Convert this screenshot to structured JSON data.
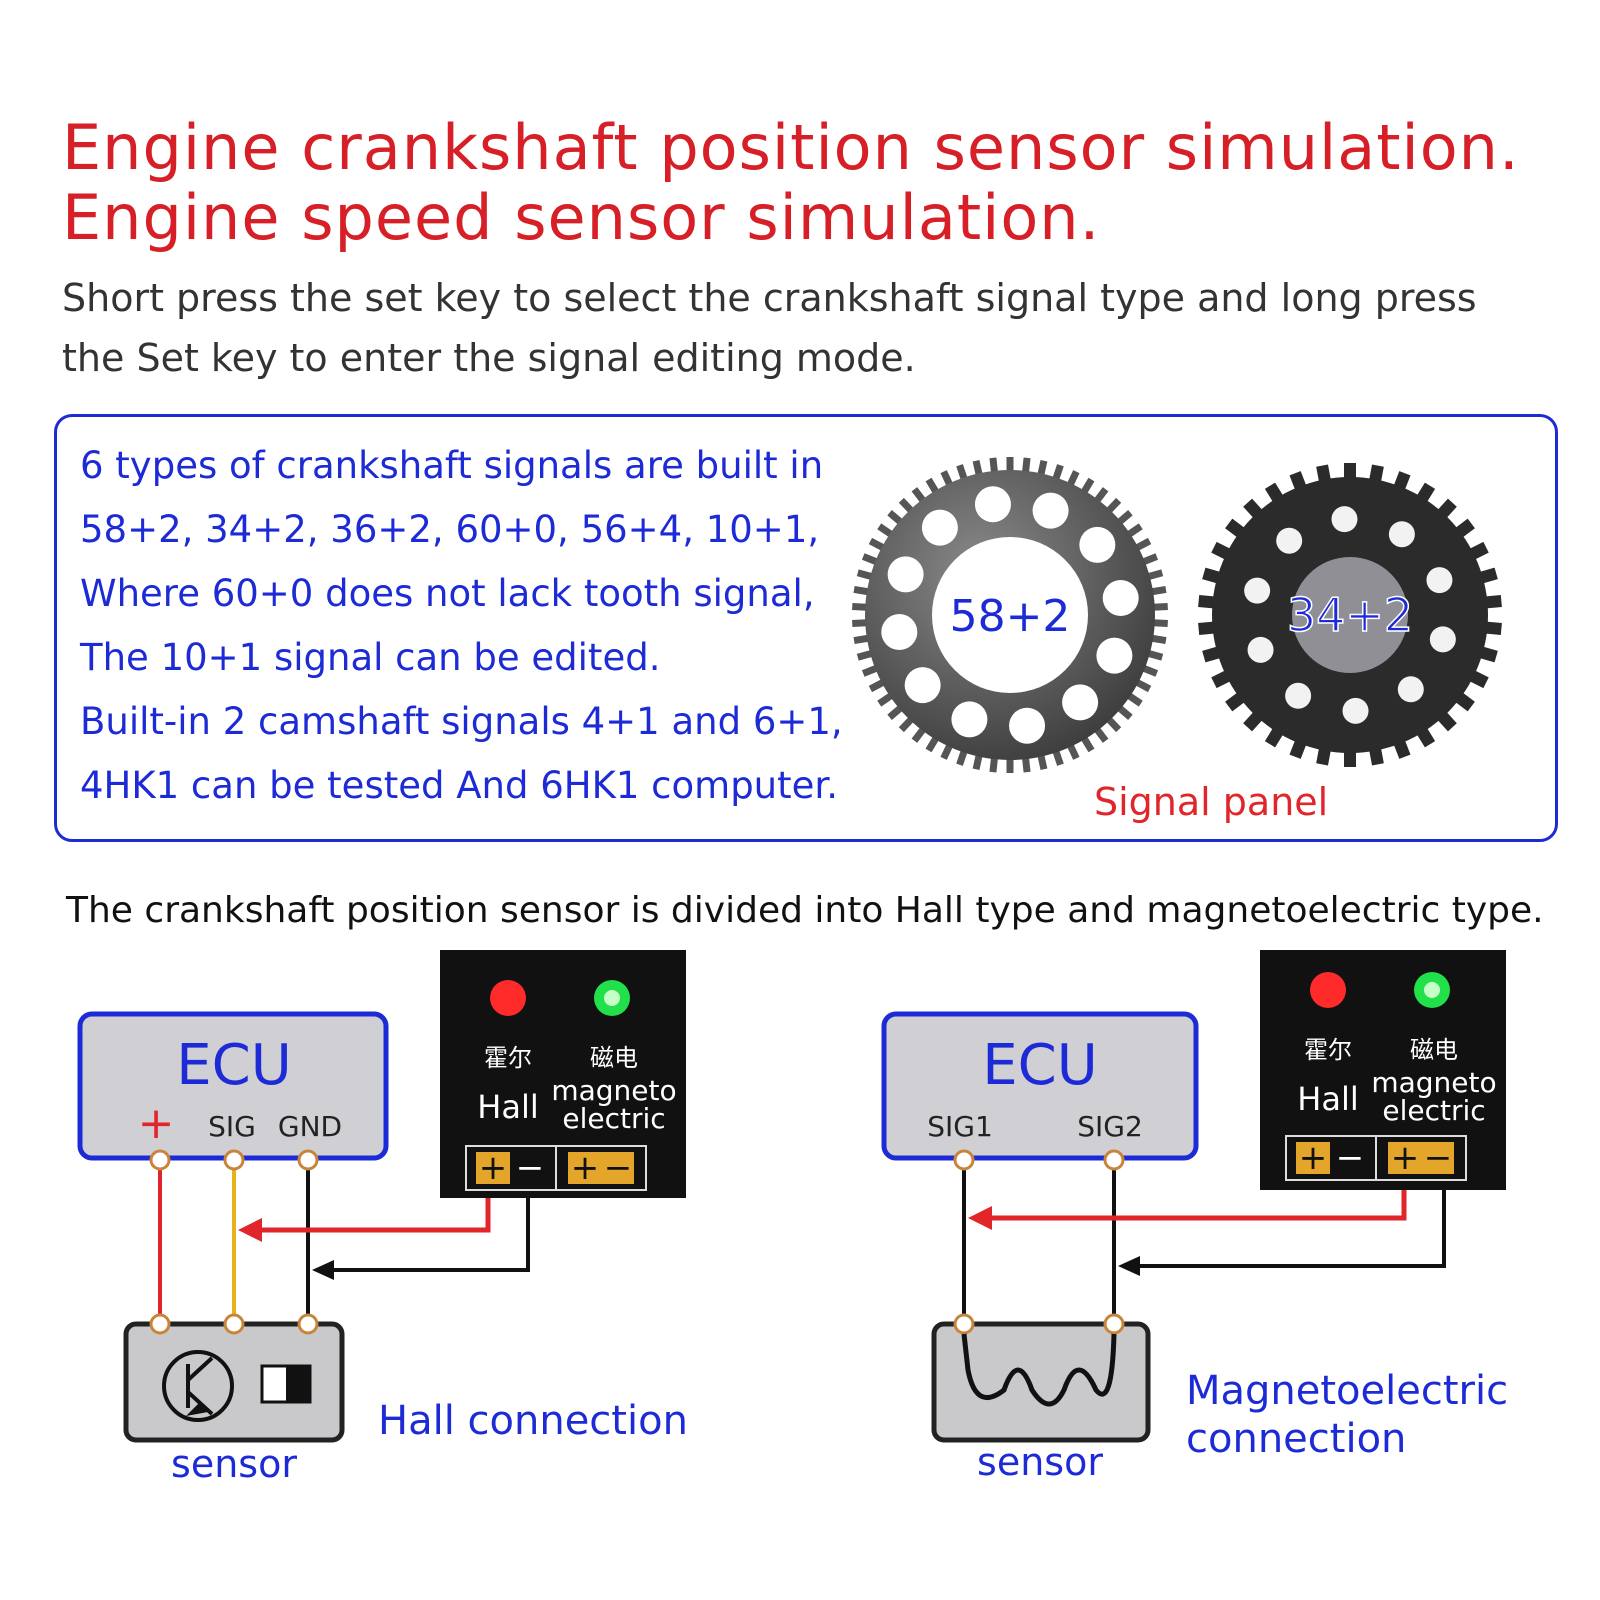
{
  "title": {
    "line1": "Engine crankshaft position sensor simulation.",
    "line2": "Engine speed sensor simulation."
  },
  "intro": "Short press the set key to select the crankshaft signal type and long press the Set key to enter the signal editing mode.",
  "info": {
    "lines": [
      "6 types of crankshaft signals are built in",
      "58+2,  34+2,  36+2,  60+0,  56+4,  10+1,",
      "Where 60+0 does not lack tooth signal,",
      "The 10+1 signal can be edited.",
      "Built-in 2 camshaft signals 4+1 and 6+1,",
      "4HK1 can be tested And 6HK1 computer."
    ],
    "wheel_left_label": "58+2",
    "wheel_right_label": "34+2",
    "signal_panel": "Signal panel"
  },
  "divided_text": "The crankshaft position sensor is divided into Hall type and magnetoelectric type.",
  "hall_diagram": {
    "ecu_title": "ECU",
    "pin_plus": "+",
    "pin_sig": "SIG",
    "pin_gnd": "GND",
    "module": {
      "hall_cn": "霍尔",
      "magneto_cn": "磁电",
      "hall": "Hall",
      "magneto": "magneto",
      "electric": "electric",
      "plus": "+",
      "minus": "−"
    },
    "connection_label": "Hall connection",
    "sensor_label": "sensor"
  },
  "magneto_diagram": {
    "ecu_title": "ECU",
    "pin_sig1": "SIG1",
    "pin_sig2": "SIG2",
    "module": {
      "hall_cn": "霍尔",
      "magneto_cn": "磁电",
      "hall": "Hall",
      "magneto": "magneto",
      "electric": "electric",
      "plus": "+",
      "minus": "−"
    },
    "connection_label_1": "Magnetoelectric",
    "connection_label_2": "connection",
    "sensor_label": "sensor"
  },
  "colors": {
    "title_red": "#d61f26",
    "blue": "#1d2bd6",
    "wire_red": "#e0262b",
    "wire_yellow": "#e8b21a",
    "wire_black": "#111111",
    "ecu_fill": "#cfcfd4",
    "led_red": "#ff2b2b",
    "led_green": "#22e04a",
    "terminal_gold": "#e3a52a"
  }
}
